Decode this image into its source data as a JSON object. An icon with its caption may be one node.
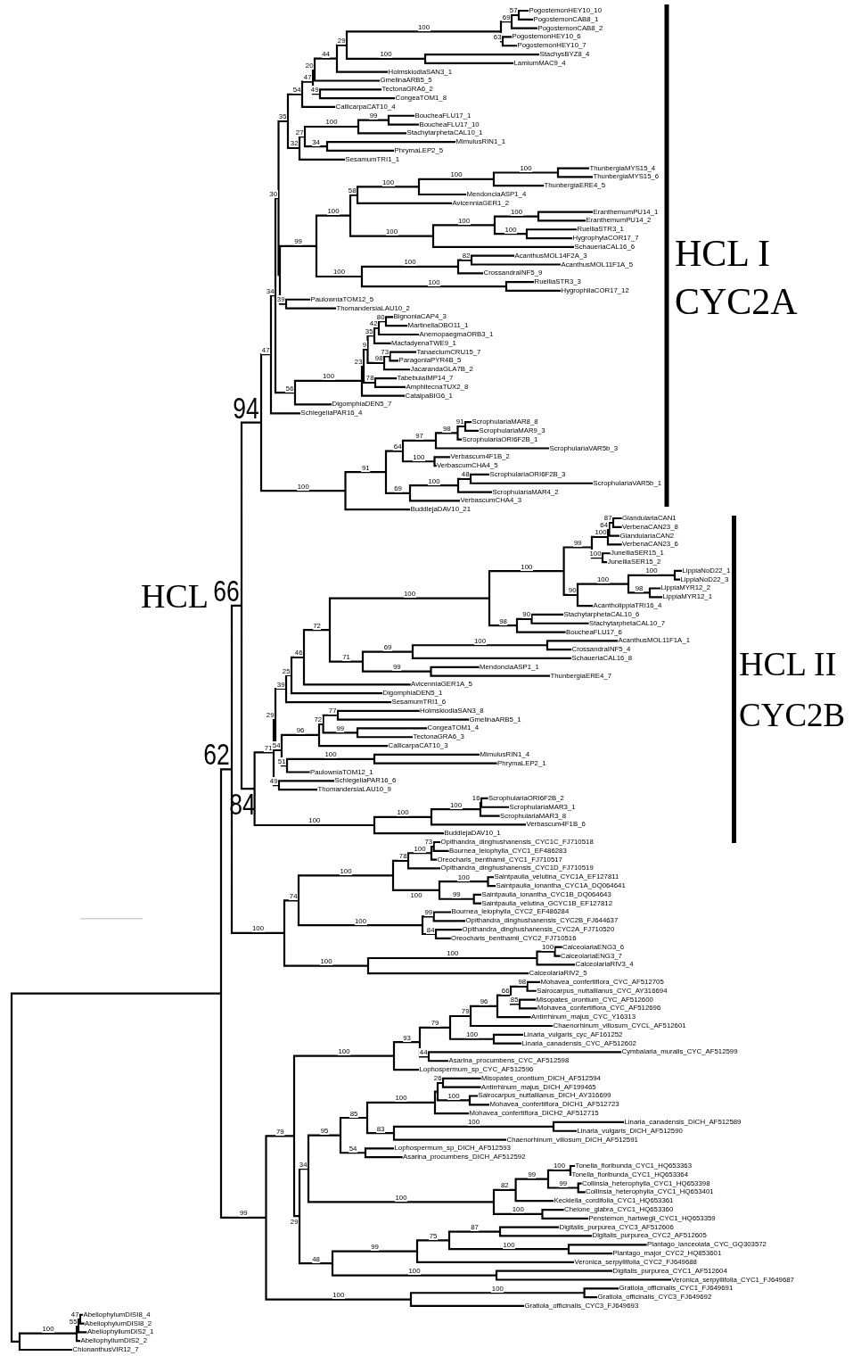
{
  "diagram": {
    "labels": [
      "62",
      "66",
      "94",
      "47",
      "34",
      "30",
      "35",
      "54",
      "47",
      "20",
      "44",
      "29",
      "100",
      "69",
      "57",
      "PogostemonHEY10_10",
      "PogostemonCAB8_1",
      "PogostemonCAB8_2",
      "63",
      "PogostemonHEY10_6",
      "PogostemonHEY10_7",
      "100",
      "StachysBYZ8_4",
      "LamiumMAC9_4",
      "HolmskiodiaSAN3_1",
      "GmelinaARB5_5",
      "49",
      "TectonaGRA6_2",
      "CongeaTOM1_8",
      "CallicarpaCAT10_4",
      "32",
      "27",
      "100",
      "99",
      "BoucheaFLU17_1",
      "BoucheaFLU17_10",
      "StachytarphetaCAL10_1",
      "34",
      "MimulusRIN1_1",
      "PhrymaLEP2_5",
      "SesamumTRI1_1",
      "99",
      "100",
      "58",
      "100",
      "100",
      "100",
      "ThunbergiaMYS15_4",
      "ThunbergiaMYS15_6",
      "ThunbergiaERE4_5",
      "MendonciaASP1_4",
      "AvicenniaGER1_2",
      "100",
      "100",
      "100",
      "EranthemumPU14_1",
      "EranthemumPU14_2",
      "100",
      "RuelliaSTR3_1",
      "HygrophylaCOR17_7",
      "SchaueriaCAL16_6",
      "100",
      "100",
      "82",
      "AcanthusMOL14F2A_3",
      "AcanthusMOL11F1A_5",
      "CrossandraINF5_9",
      "100",
      "RuelliaSTR3_3",
      "HygrophilaCOR17_12",
      "39",
      "PaulowniaTOM12_5",
      "ThomandersiaLAU10_2",
      "56",
      "100",
      "23",
      "9",
      "35",
      "42",
      "80",
      "BignoniaCAP4_3",
      "MartinellaOBO11_1",
      "AnemopaegmaORB3_1",
      "MacfadyenaTWE9_1",
      "98",
      "73",
      "TanaeciumCRU15_7",
      "ParagoniaPYR4B_5",
      "JacarandaGLA7B_2",
      "78",
      "TabebuiaIMP14_7",
      "AmphitecnaTUX2_8",
      "CatalpaBIG6_1",
      "DigomphiaDEN5_7",
      "SchlegeliaPAR16_4",
      "100",
      "91",
      "64",
      "97",
      "98",
      "91",
      "ScrophulariaMAR8_8",
      "ScrophulariaMAR9_3",
      "ScrophulariaORI6F2B_1",
      "ScrophulariaVAR5b_3",
      "100",
      "Verbascum4F1B_2",
      "VerbascumCHA4_5",
      "69",
      "100",
      "48",
      "ScrophulariaORI6F2B_3",
      "ScrophulariaVAR5b_1",
      "ScrophulariaMAR4_2",
      "VerbascumCHA4_3",
      "BuddlejaDAV10_21",
      "84",
      "71",
      "29",
      "39",
      "25",
      "46",
      "72",
      "100",
      "100",
      "99",
      "100",
      "64",
      "87",
      "GlandulariaCAN1",
      "VerbenaCAN23_8",
      "GlandulariaCAN2",
      "VerbenaCAN23_6",
      "100",
      "JunelliaSER15_1",
      "JunelliaSER15_2",
      "90",
      "100",
      "100",
      "LippiaNoD22_1",
      "LippiaNoD22_3",
      "98",
      "LippiaMYR12_2",
      "LippiaMYR12_1",
      "AcantholippiaTRI16_4",
      "98",
      "90",
      "StachytarphetaCAL10_6",
      "StachytarphetaCAL10_7",
      "BoucheaFLU17_6",
      "71",
      "69",
      "100",
      "AcanthusMOL11F1A_1",
      "CrossandraINF5_4",
      "SchaueriaCAL16_8",
      "99",
      "MendonciaASP1_1",
      "ThunbergiaERE4_7",
      "AvicenniaGER1A_5",
      "DigomphiaDEN5_1",
      "SesamumTRI1_6",
      "54",
      "96",
      "72",
      "77",
      "HolmskiodiaSAN3_8",
      "GmelinaARB5_1",
      "99",
      "CongeaTOM1_4",
      "TectonaGRA6_3",
      "CallicarpaCAT10_3",
      "51",
      "100",
      "MimulusRIN1_4",
      "PhrymaLEP2_1",
      "PaulowniaTOM12_1",
      "49",
      "SchlegeliaPAR16_6",
      "ThomandersiaLAU10_9",
      "100",
      "100",
      "100",
      "16",
      "ScrophulariaORI6F2B_2",
      "ScrophulariaMAR3_1",
      "ScrophulariaMAR3_8",
      "Verbascum4F1B_6",
      "BuddlejaDAV10_1",
      "100",
      "74",
      "100",
      "78",
      "100",
      "73",
      "Opithandra_dinghushanensis_CYC1C_FJ710518",
      "Bournea_leiophylla_CYC1_EF486283",
      "Oreocharis_benthamii_CYC1_FJ710517",
      "Opithandra_dinghushanensis_CYC1D_FJ710519",
      "100",
      "100",
      "Saintpaulia_velutina_CYC1A_EF127811",
      "Saintpaulia_ionantha_CYC1A_DQ064641",
      "99",
      "Saintpaulia_ionantha_CYC1B_DQ064643",
      "Saintpaulia_velutina_GCYC1B_EF127812",
      "100",
      "99",
      "Bournea_leiophylla_CYC2_EF486284",
      "Opithandra_dinghushanensis_CYC2B_FJ644637",
      "84",
      "Opithandra_dinghushanensis_CYC2A_FJ710520",
      "Oreocharis_benthamii_CYC2_FJ710516",
      "100",
      "100",
      "100",
      "CalceolariaENG3_6",
      "CalceolariaENG3_7",
      "CalceolariaRIV3_4",
      "CalceolariaRIV2_5",
      "99",
      "79",
      "100",
      "93",
      "79",
      "79",
      "96",
      "66",
      "98",
      "Mohavea_confertiflora_CYC_AF512705",
      "Sairocarpus_nuttallianus_CYC_AY316694",
      "85",
      "Misopates_orontium_CYC_AF512600",
      "Mohavea_confertiflora_CYC_AF512696",
      "Antirrhinum_majus_CYC_Y16313",
      "Chaenorhinum_villosum_CYCL_AF512601",
      "100",
      "Linaria_vulgaris_cyc_AF161252",
      "Linaria_canadensis_CYC_AF512602",
      "44",
      "Cymbalaria_muralis_CYC_AF512599",
      "Asarina_procumbens_CYC_AF512598",
      "Lophospermum_sp_CYC_AF512596",
      "29",
      "34",
      "95",
      "85",
      "100",
      "26",
      "Misopates_orontium_DICH_AF512594",
      "Antirrhinum_majus_DICH_AF199465",
      "100",
      "Sairocarpus_nuttallianus_DICH_AY316699",
      "Mohavea_confertiflora_DICH1_AF512723",
      "Mohavea_confertiflora_DICH2_AF512715",
      "83",
      "100",
      "Linaria_canadensis_DICH_AF512589",
      "Linaria_vulgaris_DICH_AF512590",
      "Chaenorhinum_villosum_DICH_AF512591",
      "54",
      "Lophospermum_sp_DICH_AF512593",
      "Asarina_procumbens_DICH_AF512592",
      "100",
      "82",
      "99",
      "100",
      "Tonella_floribunda_CYC1_HQ653363",
      "Tonella_floribunda_CYC1_HQ653364",
      "99",
      "Collinsia_heterophylla_CYC1_HQ653398",
      "Collinsia_heterophylla_CYC1_HQ653401",
      "Keckiella_cordifolia_CYC1_HQ653361",
      "100",
      "Chelone_glabra_CYC1_HQ653360",
      "Penstemon_hartwegii_CYC1_HQ653359",
      "48",
      "99",
      "75",
      "87",
      "Digitalis_purpurea_CYC3_AF512606",
      "Digitalis_purpurea_CYC2_AF512605",
      "100",
      "Plantago_lanceolata_CYC_GQ303572",
      "Plantago_major_CYC2_HQ853601",
      "Veronica_serpyllifolia_CYC2_FJ649688",
      "100",
      "Digitalis_purpurea_CYC1_AF512604",
      "Veronica_serpyllifolia_CYC1_FJ649687",
      "100",
      "100",
      "Gratiola_officinalis_CYC1_FJ649691",
      "Gratiola_officinalis_CYC3_FJ649692",
      "Gratiola_officinalis_CYC3_FJ649693",
      "100",
      "55",
      "47",
      "AbeliophylumDISI8_4",
      "AbeliophylumDISI8_2",
      "AbeliophyllumDIS2_1",
      "AbeliophyllumDIS2_2",
      "ChionanthusVIR12_7",
      "HCL",
      "HCL I",
      "CYC2A",
      "HCL II",
      "CYC2B"
    ]
  }
}
